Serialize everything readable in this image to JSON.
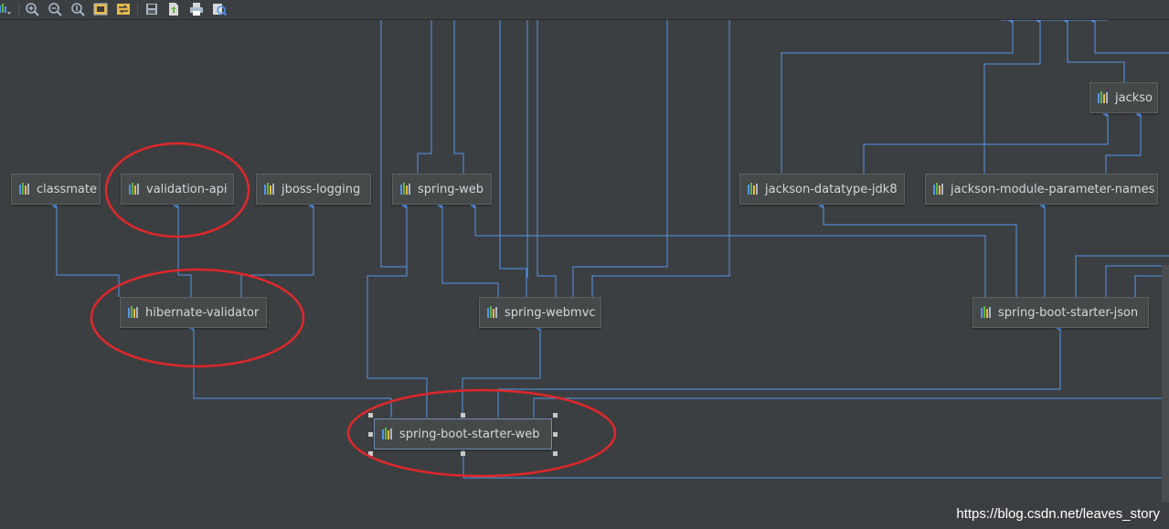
{
  "toolbar": {
    "buttons": [
      {
        "name": "show-dependencies-icon",
        "glyph": "▾"
      },
      {
        "name": "zoom-in-icon",
        "glyph": "⊕"
      },
      {
        "name": "zoom-out-icon",
        "glyph": "⊖"
      },
      {
        "name": "actual-size-icon",
        "glyph": "①"
      },
      {
        "name": "fit-content-icon",
        "glyph": "⊡"
      },
      {
        "name": "apply-layout-icon",
        "glyph": "⇄"
      },
      {
        "name": "save-icon",
        "glyph": "▤"
      },
      {
        "name": "export-icon",
        "glyph": "⇪"
      },
      {
        "name": "print-icon",
        "glyph": "⎙"
      },
      {
        "name": "print-preview-icon",
        "glyph": "◎"
      }
    ]
  },
  "nodes": {
    "classmate": "classmate",
    "validation_api": "validation-api",
    "jboss_logging": "jboss-logging",
    "spring_web": "spring-web",
    "jackson_datatype_jdk8": "jackson-datatype-jdk8",
    "jackson_module_parameter_names": "jackson-module-parameter-names",
    "jackson_partial": "jackso",
    "hibernate_validator": "hibernate-validator",
    "spring_webmvc": "spring-webmvc",
    "spring_boot_starter_json": "spring-boot-starter-json",
    "spring_boot_starter_web": "spring-boot-starter-web"
  },
  "colors": {
    "background": "#3c3f41",
    "edge": "#5394ec",
    "highlight": "#e0272b"
  },
  "watermark": "https://blog.csdn.net/leaves_story"
}
